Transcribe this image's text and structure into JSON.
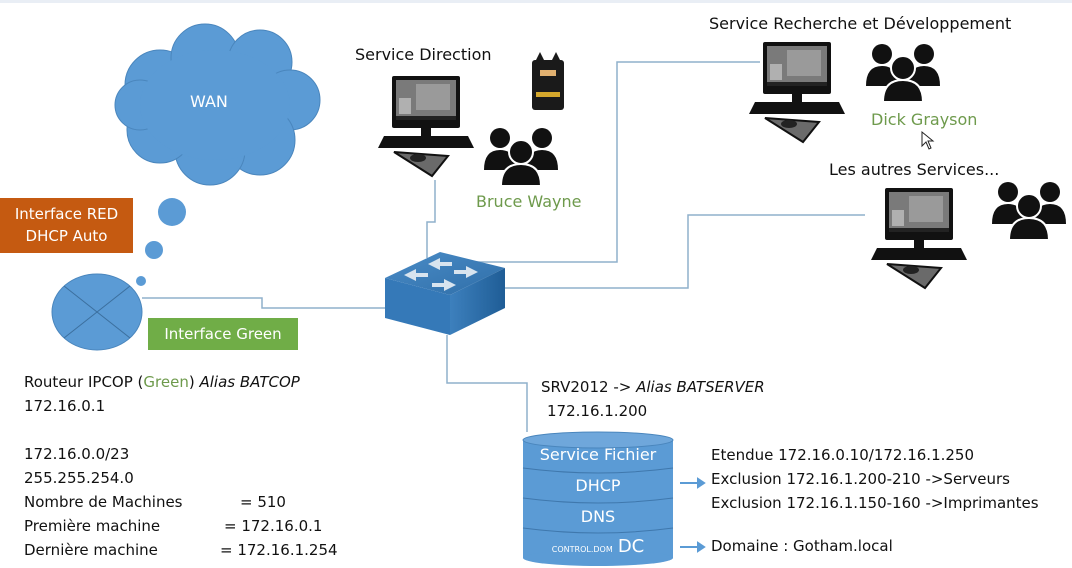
{
  "wan": {
    "label": "WAN"
  },
  "interfaces": {
    "red": {
      "line1": "Interface RED",
      "line2": "DHCP Auto",
      "color": "#c55a11"
    },
    "green": {
      "label": "Interface Green",
      "color": "#70ad47"
    }
  },
  "router": {
    "title_prefix": "Routeur IPCOP (",
    "title_green": "Green",
    "title_suffix": ")",
    "alias": "Alias BATCOP",
    "ip": "172.16.0.1",
    "network": "172.16.0.0/23",
    "mask": "255.255.254.0",
    "stats": [
      {
        "label": "Nombre de Machines",
        "value": "= 510"
      },
      {
        "label": "Première machine",
        "value": "= 172.16.0.1"
      },
      {
        "label": "Dernière machine",
        "value": "= 172.16.1.254"
      }
    ]
  },
  "services": {
    "direction": {
      "title": "Service Direction",
      "user": "Bruce Wayne"
    },
    "rd": {
      "title": "Service Recherche et Développement",
      "user": "Dick Grayson"
    },
    "others": {
      "title": "Les autres Services..."
    }
  },
  "server": {
    "name": "SRV2012 ->",
    "alias": "Alias BATSERVER",
    "ip": "172.16.1.200",
    "roles": [
      "Service Fichier",
      "DHCP",
      "DNS"
    ],
    "dc_small": "CONTROL.DOM",
    "dc": "DC"
  },
  "dhcp": {
    "lines": [
      "Etendue 172.16.0.10/172.16.1.250",
      "Exclusion 172.16.1.200-210  ->Serveurs",
      "Exclusion 172.16.1.150-160  ->Imprimantes"
    ]
  },
  "domain": {
    "label": "Domaine : Gotham.local"
  },
  "colors": {
    "shape_blue": "#5b9bd5",
    "line": "#8fb0cc",
    "green_text": "#6e9a4c"
  }
}
